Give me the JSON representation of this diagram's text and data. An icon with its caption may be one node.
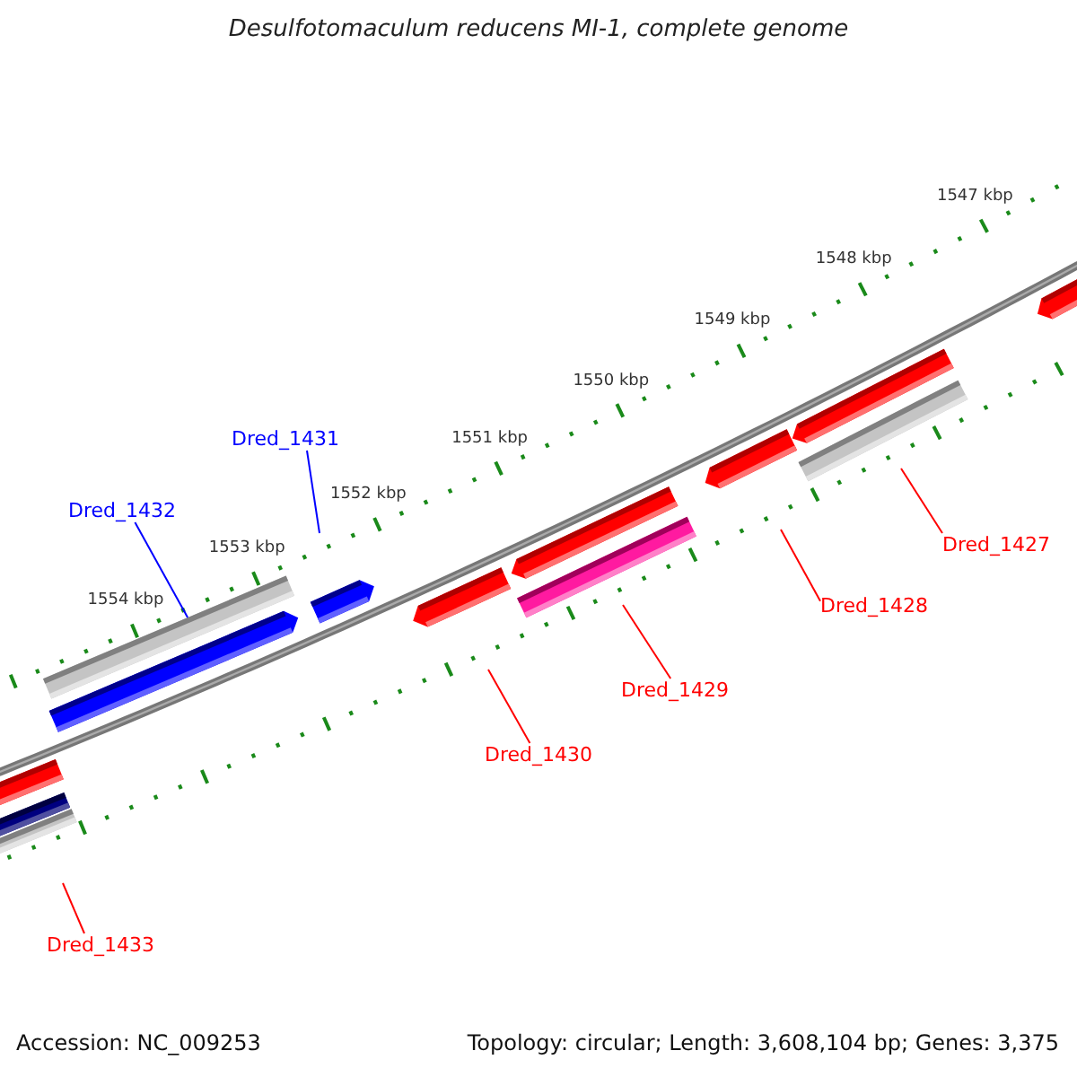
{
  "diagram": {
    "title": "Desulfotomaculum reducens MI-1, complete genome",
    "nodes": [
      {
        "text": [
          "Dred_1431"
        ]
      },
      {
        "text": [
          "Dred_1432"
        ]
      },
      {
        "text": [
          "Dred_1427"
        ]
      },
      {
        "text": [
          "Dred_1428"
        ]
      },
      {
        "text": [
          "Dred_1429"
        ]
      },
      {
        "text": [
          "Dred_1430"
        ]
      },
      {
        "text": [
          "Dred_1433"
        ]
      },
      {
        "text": [],
        "shape": "bar"
      }
    ],
    "edges": [
      {
        "from": 0,
        "to": null,
        "arrow": "none",
        "color": "#0000ff"
      },
      {
        "from": 1,
        "to": 7,
        "arrow": "none",
        "color": "#0000ff"
      },
      {
        "from": 2,
        "to": null,
        "arrow": "none"
      },
      {
        "from": 3,
        "to": null,
        "arrow": "none"
      },
      {
        "from": 4,
        "to": null,
        "arrow": "none"
      },
      {
        "from": 5,
        "to": null,
        "arrow": "none"
      },
      {
        "from": 6,
        "to": null,
        "arrow": "none"
      }
    ],
    "labels": [
      "1547 kbp",
      "1548 kbp",
      "1549 kbp",
      "1550 kbp",
      "1551 kbp",
      "1552 kbp",
      "1553 kbp",
      "1554 kbp",
      "Accession: NC_009253",
      "Topology: circular; Length: 3,608,104 bp; Genes: 3,375"
    ]
  }
}
